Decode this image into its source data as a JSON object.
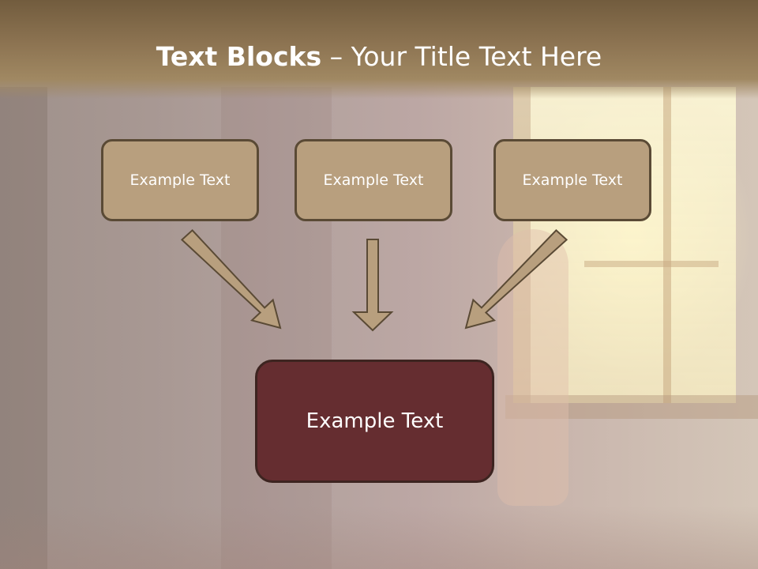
{
  "slide": {
    "title_bold": "Text Blocks",
    "title_dash": " – ",
    "title_rest": "Your Title Text Here"
  },
  "diagram": {
    "top_boxes": [
      {
        "label": "Example Text"
      },
      {
        "label": "Example Text"
      },
      {
        "label": "Example Text"
      }
    ],
    "bottom_box": {
      "label": "Example Text"
    }
  },
  "colors": {
    "header": "#8d7452",
    "top_box_fill": "#b89f7e",
    "top_box_border": "#5a4a35",
    "bottom_box_fill": "#652d30",
    "arrow_fill": "#b89f7e",
    "arrow_stroke": "#5a4a35",
    "text": "#ffffff"
  }
}
